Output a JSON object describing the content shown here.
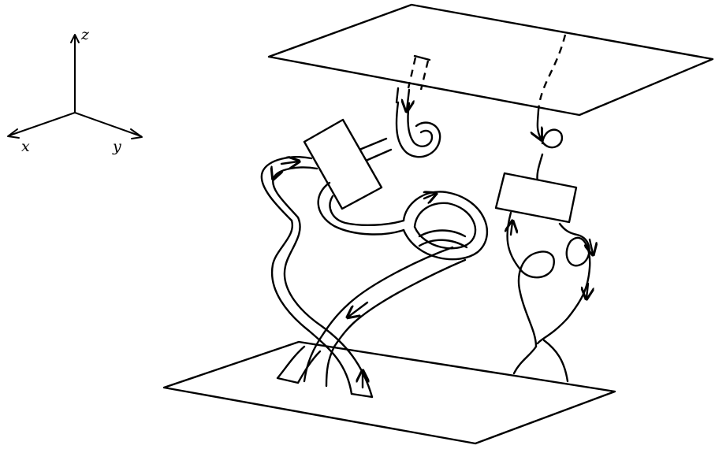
{
  "axes": {
    "x_label": "x",
    "y_label": "y",
    "z_label": "z"
  },
  "colors": {
    "stroke": "#000000",
    "background": "#ffffff"
  }
}
